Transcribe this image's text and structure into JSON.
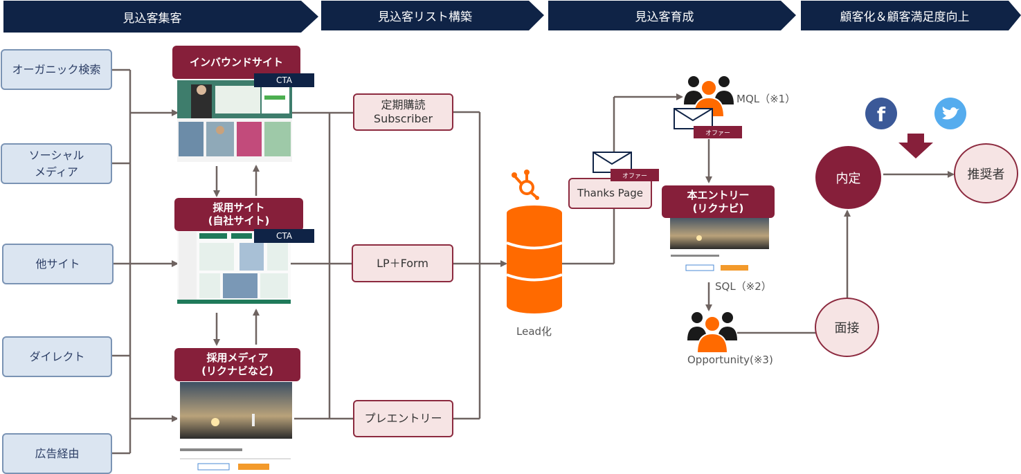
{
  "stages": [
    "見込客集客",
    "見込客リスト構築",
    "見込客育成",
    "顧客化＆顧客満足度向上"
  ],
  "sources": [
    "オーガニック検索",
    "ソーシャル\nメディア",
    "他サイト",
    "ダイレクト",
    "広告経由"
  ],
  "sites": {
    "inbound": "インバウンドサイト",
    "recruit": "採用サイト\n(自社サイト)",
    "media": "採用メディア\n(リクナビなど)",
    "cta": "CTA"
  },
  "lists": {
    "subscriber": "定期購読\nSubscriber",
    "lp": "LP＋Form",
    "preentry": "プレエントリー"
  },
  "lead": "Lead化",
  "nurture": {
    "thanks": "Thanks Page",
    "offer": "オファー",
    "mql": "MQL（※1）",
    "entry": "本エントリー\n(リクナビ)",
    "sql": "SQL（※2）",
    "opportunity": "Opportunity(※3)"
  },
  "customer": {
    "naitei": "内定",
    "suisho": "推奨者",
    "mensetsu": "面接"
  },
  "colors": {
    "navy": "#0f2346",
    "maroon": "#861f3a",
    "orange": "#ff6a00",
    "facebook": "#3b5998",
    "twitter": "#55acee"
  }
}
